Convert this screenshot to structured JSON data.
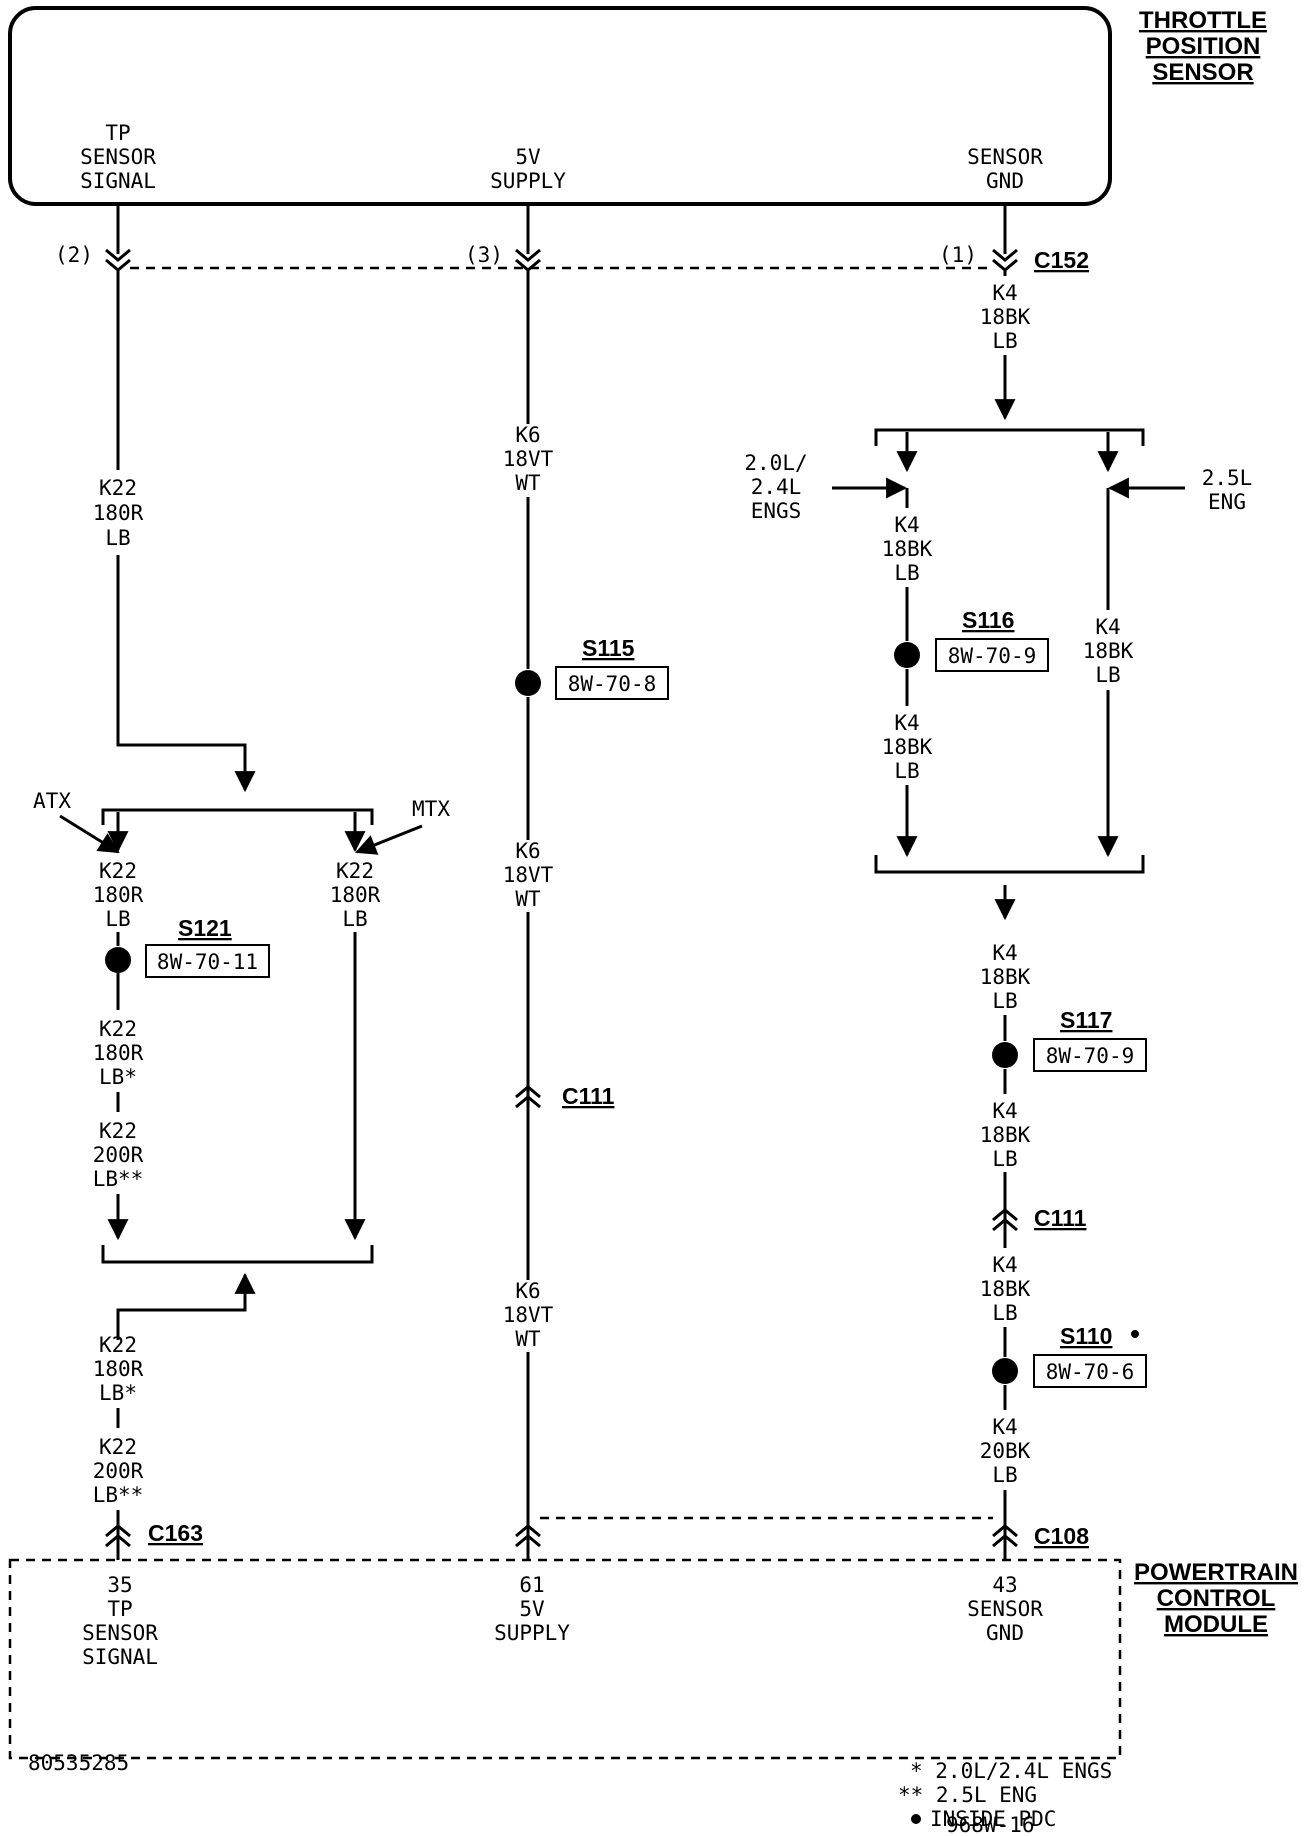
{
  "tps": {
    "title": [
      "THROTTLE",
      "POSITION",
      "SENSOR"
    ],
    "pin_signal": [
      "TP",
      "SENSOR",
      "SIGNAL"
    ],
    "pin_supply": [
      "5V",
      "SUPPLY"
    ],
    "pin_gnd": [
      "SENSOR",
      "GND"
    ]
  },
  "connectors": {
    "c152": "C152",
    "c152_cav1": "(2)",
    "c152_cav2": "(3)",
    "c152_cav3": "(1)",
    "c111_a": "C111",
    "c111_b": "C111",
    "c163": "C163",
    "c108": "C108"
  },
  "wires": {
    "k22_top": [
      "K22",
      "180R",
      "LB"
    ],
    "k22_atx": [
      "K22",
      "180R",
      "LB"
    ],
    "k22_mtx": [
      "K22",
      "180R",
      "LB"
    ],
    "k22_s121_low": [
      "K22",
      "180R",
      "LB*"
    ],
    "k22_s121_low2": [
      "K22",
      "200R",
      "LB**"
    ],
    "k22_bottom1": [
      "K22",
      "180R",
      "LB*"
    ],
    "k22_bottom2": [
      "K22",
      "200R",
      "LB**"
    ],
    "k6_top": [
      "K6",
      "18VT",
      "WT"
    ],
    "k6_mid": [
      "K6",
      "18VT",
      "WT"
    ],
    "k6_low": [
      "K6",
      "18VT",
      "WT"
    ],
    "k4_top": [
      "K4",
      "18BK",
      "LB"
    ],
    "k4_left_a": [
      "K4",
      "18BK",
      "LB"
    ],
    "k4_left_b": [
      "K4",
      "18BK",
      "LB"
    ],
    "k4_right": [
      "K4",
      "18BK",
      "LB"
    ],
    "k4_mid": [
      "K4",
      "18BK",
      "LB"
    ],
    "k4_s117_low": [
      "K4",
      "18BK",
      "LB"
    ],
    "k4_c111_low": [
      "K4",
      "18BK",
      "LB"
    ],
    "k4_bottom": [
      "K4",
      "20BK",
      "LB"
    ]
  },
  "options": {
    "atx": "ATX",
    "mtx": "MTX",
    "eng_left": [
      "2.0L/",
      "2.4L",
      "ENGS"
    ],
    "eng_right": [
      "2.5L",
      "ENG"
    ]
  },
  "splices": {
    "s121": {
      "name": "S121",
      "ref": "8W-70-11"
    },
    "s115": {
      "name": "S115",
      "ref": "8W-70-8"
    },
    "s116": {
      "name": "S116",
      "ref": "8W-70-9"
    },
    "s117": {
      "name": "S117",
      "ref": "8W-70-9"
    },
    "s110": {
      "name": "S110",
      "ref": "8W-70-6"
    }
  },
  "pcm": {
    "title": [
      "POWERTRAIN",
      "CONTROL",
      "MODULE"
    ],
    "pin_signal": [
      "35",
      "TP",
      "SENSOR",
      "SIGNAL"
    ],
    "pin_supply": [
      "61",
      "5V",
      "SUPPLY"
    ],
    "pin_gnd": [
      "43",
      "SENSOR",
      "GND"
    ]
  },
  "footer": {
    "part_number": "80535285",
    "note1": "*  2.0L/2.4L ENGS",
    "note2": "**  2.5L ENG",
    "note3": "INSIDE PDC",
    "figure": "968W-16"
  }
}
